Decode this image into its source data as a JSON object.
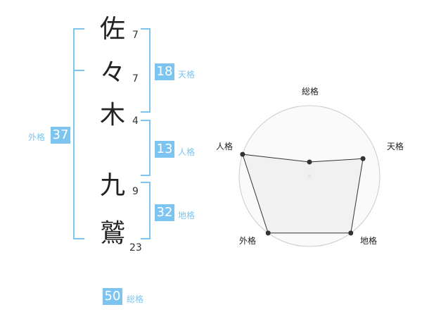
{
  "name_chars": [
    {
      "char": "佐",
      "strokes": "7"
    },
    {
      "char": "々",
      "strokes": "7"
    },
    {
      "char": "木",
      "strokes": "4"
    },
    {
      "char": "九",
      "strokes": "9"
    },
    {
      "char": "鷲",
      "strokes": "23"
    }
  ],
  "scores": {
    "tenkaku": {
      "value": "18",
      "label": "天格"
    },
    "jinkaku": {
      "value": "13",
      "label": "人格"
    },
    "chikaku": {
      "value": "32",
      "label": "地格"
    },
    "gaikaku": {
      "value": "37",
      "label": "外格"
    },
    "soukaku": {
      "value": "50",
      "label": "総格"
    }
  },
  "chart_data": {
    "type": "radar",
    "axes": [
      "総格",
      "天格",
      "地格",
      "外格",
      "人格"
    ],
    "values": [
      1,
      4,
      5,
      5,
      5
    ],
    "rmax": 5,
    "rings": 5,
    "colors": {
      "fill": "#eeeeee",
      "stroke": "#333333",
      "grid": "#cccccc"
    }
  }
}
